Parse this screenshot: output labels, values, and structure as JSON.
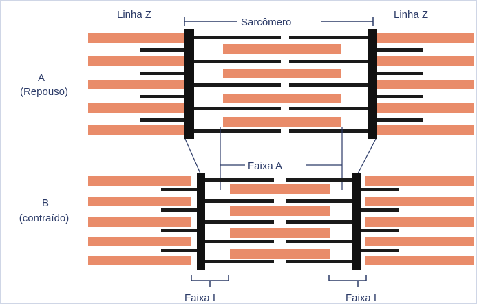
{
  "labels": {
    "z_line_left": "Linha Z",
    "z_line_right": "Linha Z",
    "sarcomere": "Sarcômero",
    "state_a_letter": "A",
    "state_a_name": "(Repouso)",
    "state_b_letter": "B",
    "state_b_name": "(contraído)",
    "a_band": "Faixa A",
    "i_band_left": "Faixa I",
    "i_band_right": "Faixa I"
  },
  "colors": {
    "background": "#ffffff",
    "thin_filament": "#e98c6a",
    "thick_filament": "#1a1a1a",
    "z_line": "#111111",
    "label_text": "#2b3a67",
    "guide_line": "#2b3a67"
  }
}
